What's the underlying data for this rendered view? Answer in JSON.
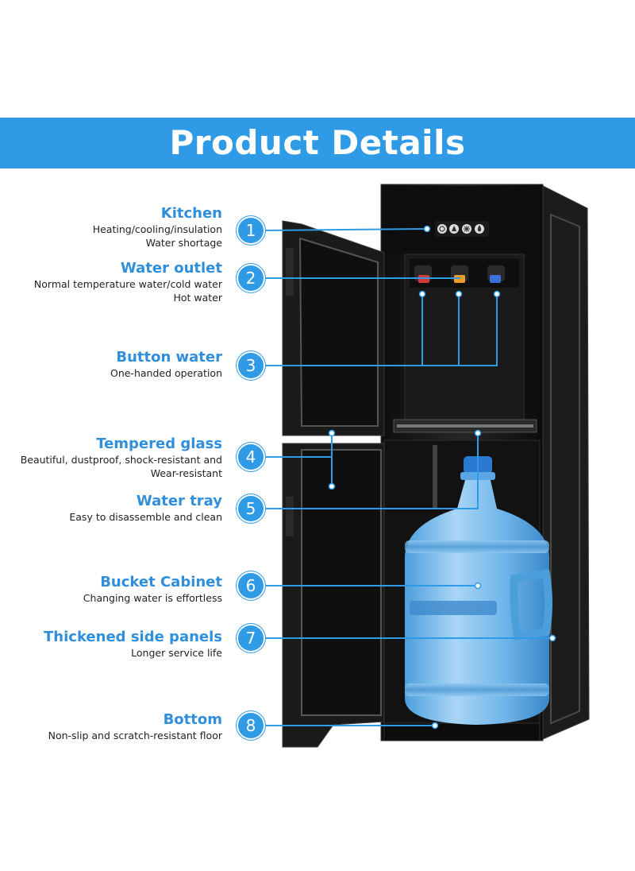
{
  "header": {
    "title": "Product Details"
  },
  "features": [
    {
      "number": "1",
      "title": "Kitchen",
      "desc": [
        "Heating/cooling/insulation",
        "Water shortage"
      ]
    },
    {
      "number": "2",
      "title": "Water outlet",
      "desc": [
        "Normal temperature water/cold water",
        "Hot water"
      ]
    },
    {
      "number": "3",
      "title": "Button water",
      "desc": [
        "One-handed operation"
      ]
    },
    {
      "number": "4",
      "title": "Tempered glass",
      "desc": [
        "Beautiful, dustproof, shock-resistant and",
        "Wear-resistant"
      ]
    },
    {
      "number": "5",
      "title": "Water tray",
      "desc": [
        "Easy to disassemble and clean"
      ]
    },
    {
      "number": "6",
      "title": "Bucket Cabinet",
      "desc": [
        "Changing water is effortless"
      ]
    },
    {
      "number": "7",
      "title": "Thickened side panels",
      "desc": [
        "Longer service life"
      ]
    },
    {
      "number": "8",
      "title": "Bottom",
      "desc": [
        "Non-slip and scratch-resistant floor"
      ]
    }
  ],
  "colors": {
    "accent": "#2f9ae6",
    "title_text": "#2f8fdc",
    "cabinet": "#151515",
    "bottle": "#6eb6ea"
  },
  "icons": [
    "power-icon",
    "heat-icon",
    "cold-icon",
    "water-drop-icon"
  ]
}
